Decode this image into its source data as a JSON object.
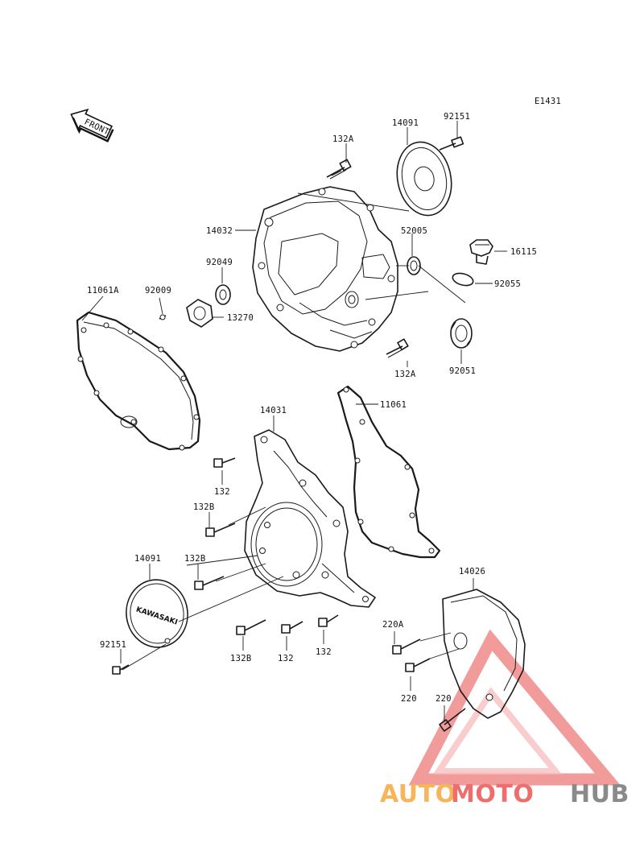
{
  "diagram": {
    "code": "E1431",
    "front_label": "FRONT",
    "labels": {
      "14091_top": "14091",
      "92151_top": "92151",
      "132A_top": "132A",
      "14032": "14032",
      "52005": "52005",
      "16115": "16115",
      "92049": "92049",
      "92055": "92055",
      "11061A": "11061A",
      "92009": "92009",
      "13270": "13270",
      "132A_bottom": "132A",
      "92051": "92051",
      "14031": "14031",
      "11061": "11061",
      "132_left": "132",
      "132B_upper": "132B",
      "132B_mid": "132B",
      "14091_bottom": "14091",
      "92151_bottom": "92151",
      "132B_low": "132B",
      "132_center": "132",
      "132_right": "132",
      "14026": "14026",
      "220A": "220A",
      "220_upper": "220",
      "220_lower": "220"
    },
    "cover_text": "KAWASAKI"
  },
  "watermark": {
    "part1": "AUTO",
    "part2": "MOTO",
    "part3": "HUB",
    "color_orange": "#f7b55a",
    "color_red": "#ee6d6d",
    "color_gray": "#8a8a8a"
  }
}
